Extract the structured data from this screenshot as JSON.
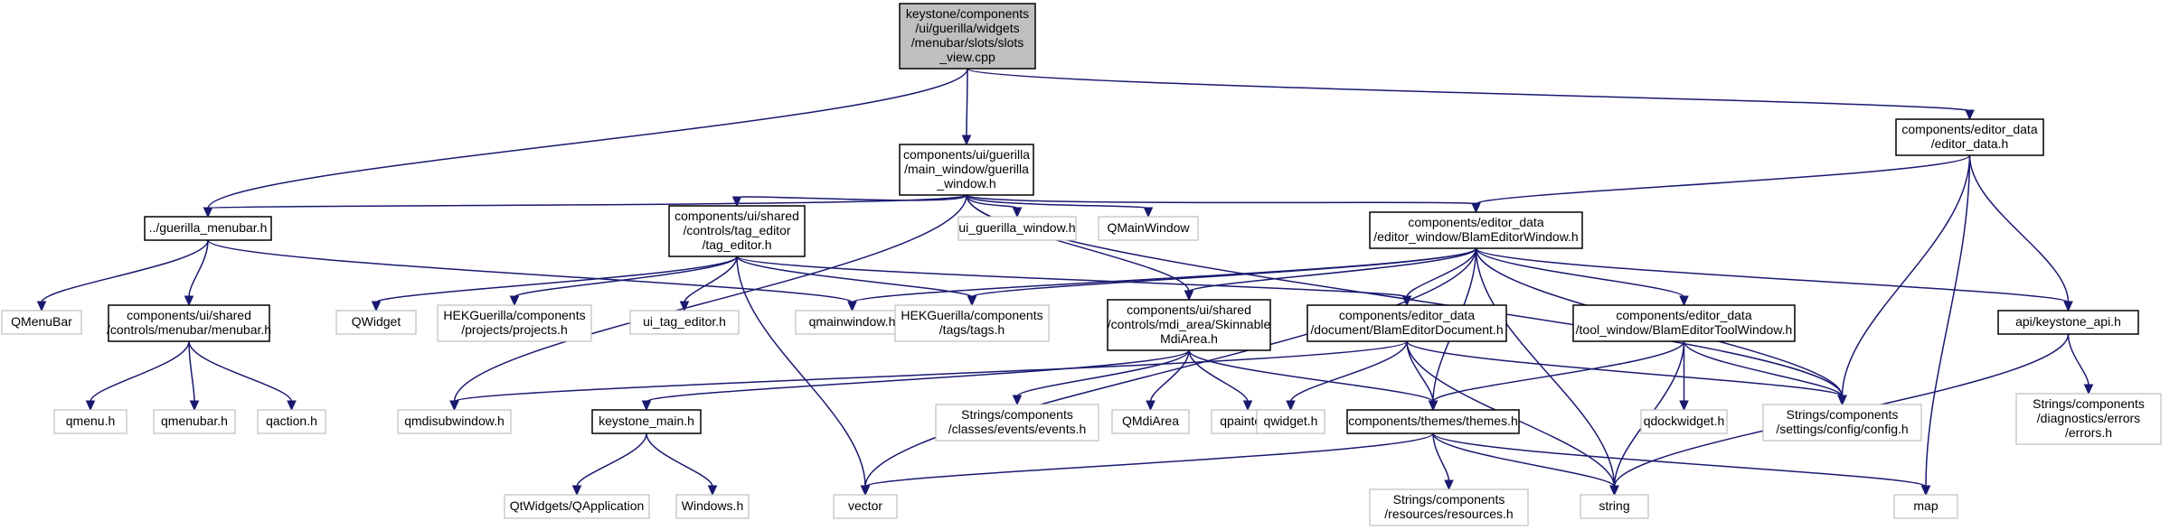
{
  "diagram": {
    "nodes": [
      {
        "id": "n0",
        "lines": [
          "keystone/components",
          "/ui/guerilla/widgets",
          "/menubar/slots/slots",
          "_view.cpp"
        ],
        "kind": "root"
      },
      {
        "id": "n1",
        "lines": [
          "components/ui/guerilla",
          "/main_window/guerilla",
          "_window.h"
        ],
        "kind": "file"
      },
      {
        "id": "n2",
        "lines": [
          "components/editor_data",
          "/editor_data.h"
        ],
        "kind": "file"
      },
      {
        "id": "n3",
        "lines": [
          "../guerilla_menubar.h"
        ],
        "kind": "file"
      },
      {
        "id": "n4",
        "lines": [
          "components/ui/shared",
          "/controls/tag_editor",
          "/tag_editor.h"
        ],
        "kind": "file"
      },
      {
        "id": "n5",
        "lines": [
          "ui_guerilla_window.h"
        ],
        "kind": "external"
      },
      {
        "id": "n6",
        "lines": [
          "QMainWindow"
        ],
        "kind": "external"
      },
      {
        "id": "n7",
        "lines": [
          "components/editor_data",
          "/editor_window/BlamEditorWindow.h"
        ],
        "kind": "file"
      },
      {
        "id": "n8",
        "lines": [
          "QMenuBar"
        ],
        "kind": "external"
      },
      {
        "id": "n9",
        "lines": [
          "components/ui/shared",
          "/controls/menubar/menubar.h"
        ],
        "kind": "file"
      },
      {
        "id": "n10",
        "lines": [
          "QWidget"
        ],
        "kind": "external"
      },
      {
        "id": "n11",
        "lines": [
          "HEKGuerilla/components",
          "/projects/projects.h"
        ],
        "kind": "external"
      },
      {
        "id": "n12",
        "lines": [
          "ui_tag_editor.h"
        ],
        "kind": "external"
      },
      {
        "id": "n13",
        "lines": [
          "qmainwindow.h"
        ],
        "kind": "external"
      },
      {
        "id": "n14",
        "lines": [
          "HEKGuerilla/components",
          "/tags/tags.h"
        ],
        "kind": "external"
      },
      {
        "id": "n15",
        "lines": [
          "components/ui/shared",
          "/controls/mdi_area/Skinnable",
          "MdiArea.h"
        ],
        "kind": "file"
      },
      {
        "id": "n16",
        "lines": [
          "components/editor_data",
          "/document/BlamEditorDocument.h"
        ],
        "kind": "file"
      },
      {
        "id": "n17",
        "lines": [
          "components/editor_data",
          "/tool_window/BlamEditorToolWindow.h"
        ],
        "kind": "file"
      },
      {
        "id": "n18",
        "lines": [
          "api/keystone_api.h"
        ],
        "kind": "file"
      },
      {
        "id": "n19",
        "lines": [
          "qmenu.h"
        ],
        "kind": "external"
      },
      {
        "id": "n20",
        "lines": [
          "qmenubar.h"
        ],
        "kind": "external"
      },
      {
        "id": "n21",
        "lines": [
          "qaction.h"
        ],
        "kind": "external"
      },
      {
        "id": "n22",
        "lines": [
          "qmdisubwindow.h"
        ],
        "kind": "external"
      },
      {
        "id": "n23",
        "lines": [
          "keystone_main.h"
        ],
        "kind": "file"
      },
      {
        "id": "n24",
        "lines": [
          "Strings/components",
          "/classes/events/events.h"
        ],
        "kind": "external"
      },
      {
        "id": "n25",
        "lines": [
          "QMdiArea"
        ],
        "kind": "external"
      },
      {
        "id": "n26",
        "lines": [
          "qpainter.h"
        ],
        "kind": "external"
      },
      {
        "id": "n27",
        "lines": [
          "qwidget.h"
        ],
        "kind": "external"
      },
      {
        "id": "n28",
        "lines": [
          "components/themes/themes.h"
        ],
        "kind": "file"
      },
      {
        "id": "n29",
        "lines": [
          "qdockwidget.h"
        ],
        "kind": "external"
      },
      {
        "id": "n30",
        "lines": [
          "Strings/components",
          "/settings/config/config.h"
        ],
        "kind": "external"
      },
      {
        "id": "n31",
        "lines": [
          "Strings/components",
          "/diagnostics/errors",
          "/errors.h"
        ],
        "kind": "external"
      },
      {
        "id": "n32",
        "lines": [
          "QtWidgets/QApplication"
        ],
        "kind": "external"
      },
      {
        "id": "n33",
        "lines": [
          "Windows.h"
        ],
        "kind": "external"
      },
      {
        "id": "n34",
        "lines": [
          "vector"
        ],
        "kind": "external"
      },
      {
        "id": "n35",
        "lines": [
          "Strings/components",
          "/resources/resources.h"
        ],
        "kind": "external"
      },
      {
        "id": "n36",
        "lines": [
          "string"
        ],
        "kind": "external"
      },
      {
        "id": "n37",
        "lines": [
          "map"
        ],
        "kind": "external"
      }
    ],
    "edges": [
      [
        "n0",
        "n1"
      ],
      [
        "n0",
        "n2"
      ],
      [
        "n0",
        "n3"
      ],
      [
        "n1",
        "n3"
      ],
      [
        "n1",
        "n4"
      ],
      [
        "n1",
        "n5"
      ],
      [
        "n1",
        "n6"
      ],
      [
        "n1",
        "n7"
      ],
      [
        "n1",
        "n15"
      ],
      [
        "n1",
        "n22"
      ],
      [
        "n1",
        "n30"
      ],
      [
        "n2",
        "n7"
      ],
      [
        "n2",
        "n18"
      ],
      [
        "n2",
        "n30"
      ],
      [
        "n2",
        "n37"
      ],
      [
        "n3",
        "n8"
      ],
      [
        "n3",
        "n9"
      ],
      [
        "n3",
        "n13"
      ],
      [
        "n9",
        "n19"
      ],
      [
        "n9",
        "n20"
      ],
      [
        "n9",
        "n21"
      ],
      [
        "n4",
        "n10"
      ],
      [
        "n4",
        "n11"
      ],
      [
        "n4",
        "n12"
      ],
      [
        "n4",
        "n14"
      ],
      [
        "n4",
        "n16"
      ],
      [
        "n4",
        "n34"
      ],
      [
        "n7",
        "n13"
      ],
      [
        "n7",
        "n14"
      ],
      [
        "n7",
        "n15"
      ],
      [
        "n7",
        "n16"
      ],
      [
        "n7",
        "n17"
      ],
      [
        "n7",
        "n18"
      ],
      [
        "n7",
        "n28"
      ],
      [
        "n7",
        "n30"
      ],
      [
        "n7",
        "n36"
      ],
      [
        "n7",
        "n34"
      ],
      [
        "n15",
        "n23"
      ],
      [
        "n15",
        "n24"
      ],
      [
        "n15",
        "n25"
      ],
      [
        "n15",
        "n26"
      ],
      [
        "n15",
        "n28"
      ],
      [
        "n16",
        "n22"
      ],
      [
        "n16",
        "n27"
      ],
      [
        "n16",
        "n28"
      ],
      [
        "n16",
        "n30"
      ],
      [
        "n16",
        "n36"
      ],
      [
        "n17",
        "n28"
      ],
      [
        "n17",
        "n29"
      ],
      [
        "n17",
        "n30"
      ],
      [
        "n17",
        "n36"
      ],
      [
        "n18",
        "n31"
      ],
      [
        "n18",
        "n36"
      ],
      [
        "n23",
        "n32"
      ],
      [
        "n23",
        "n33"
      ],
      [
        "n28",
        "n34"
      ],
      [
        "n28",
        "n35"
      ],
      [
        "n28",
        "n36"
      ],
      [
        "n28",
        "n37"
      ]
    ]
  }
}
